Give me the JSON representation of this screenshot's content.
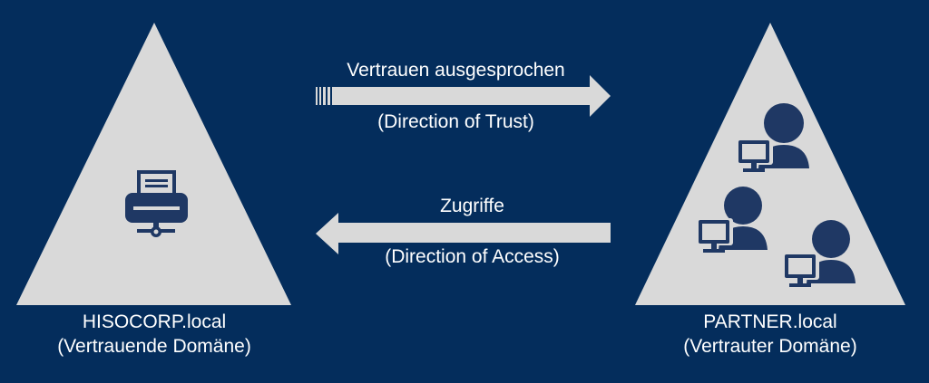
{
  "colors": {
    "background": "#042d5c",
    "shape_fill": "#d9d9d9",
    "icon_fill": "#1f3864",
    "text": "#ffffff"
  },
  "left_domain": {
    "name": "HISOCORP.local",
    "role": "(Vertrauende Domäne)",
    "icon": "network-printer-icon"
  },
  "right_domain": {
    "name": "PARTNER.local",
    "role": "(Vertrauter Domäne)",
    "icon": "user-workstation-icon"
  },
  "trust_arrow": {
    "label": "Vertrauen ausgesprochen",
    "sublabel": "(Direction of Trust)",
    "direction": "right"
  },
  "access_arrow": {
    "label": "Zugriffe",
    "sublabel": "(Direction of Access)",
    "direction": "left"
  }
}
